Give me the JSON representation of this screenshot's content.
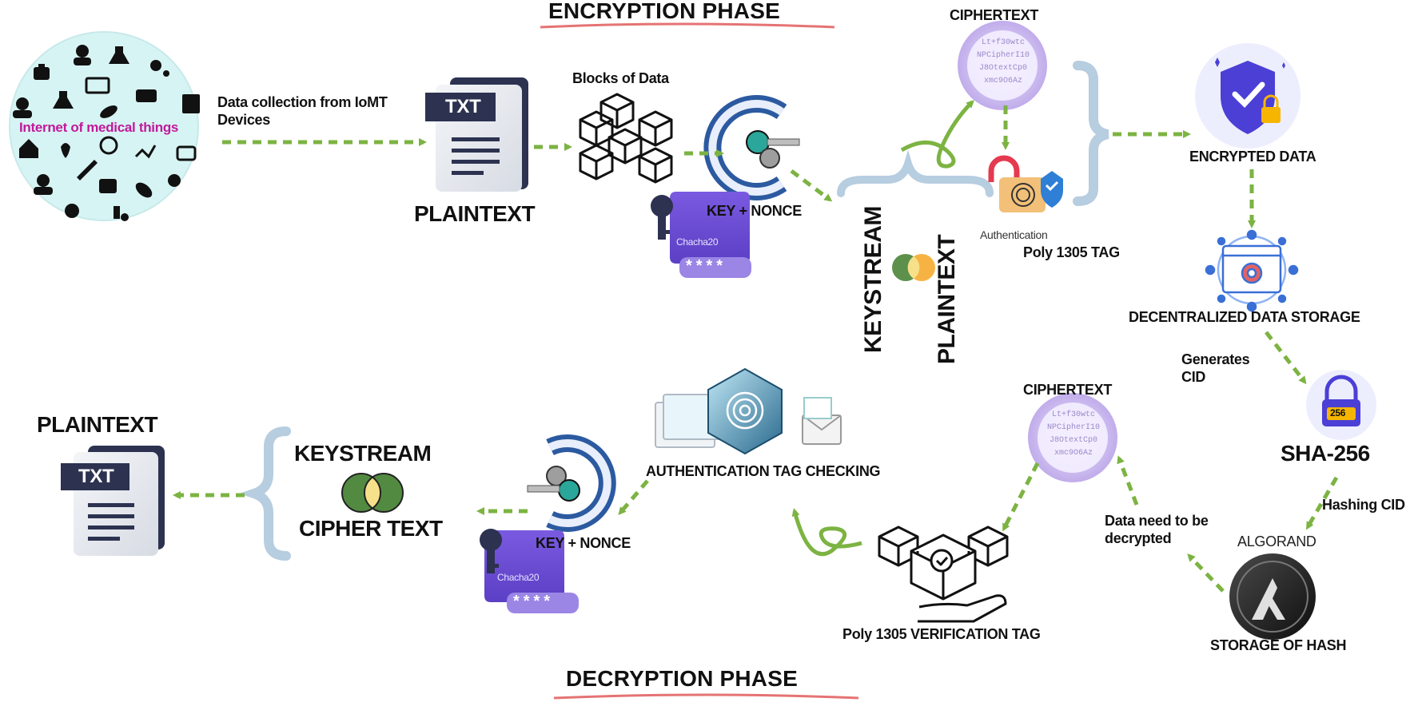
{
  "encryption_phase": {
    "title": "ENCRYPTION PHASE",
    "iomt_label": "Internet of medical things",
    "collection_label_line1": "Data collection from IoMT",
    "collection_label_line2": "Devices",
    "txt_badge": "TXT",
    "plaintext_label": "PLAINTEXT",
    "blocks_label": "Blocks of Data",
    "key_nonce_label": "KEY + NONCE",
    "chacha_label": "Chacha20",
    "stars": "* * * *",
    "keystream_label": "KEYSTREAM",
    "plaintext_vertical_label": "PLAINTEXT",
    "ciphertext_label": "CIPHERTEXT",
    "cipher_lines": [
      "Lt+f30wtc",
      "NPCipherI10",
      "J8OtextCp0",
      "xmc9O6Az"
    ],
    "authentication_label": "Authentication",
    "poly_tag_label": "Poly 1305 TAG",
    "encrypted_label": "ENCRYPTED DATA",
    "storage_label": "DECENTRALIZED  DATA STORAGE",
    "generates_cid_line1": "Generates",
    "generates_cid_line2": "CID",
    "sha_label": "SHA-256",
    "sha_badge": "256",
    "hashing_cid_label": "Hashing CID"
  },
  "decryption_phase": {
    "title": "DECRYPTION PHASE",
    "algorand_label": "ALGORAND",
    "storage_hash_label": "STORAGE OF HASH",
    "need_decrypt_line1": "Data need to be",
    "need_decrypt_line2": "decrypted",
    "ciphertext_label": "CIPHERTEXT",
    "verification_label": "Poly 1305  VERIFICATION TAG",
    "auth_check_label": "AUTHENTICATION TAG CHECKING",
    "key_nonce_label": "KEY + NONCE",
    "chacha_label": "Chacha20",
    "stars": "* * * *",
    "keystream_label": "KEYSTREAM",
    "cipher_text_label": "CIPHER TEXT",
    "plaintext_label": "PLAINTEXT",
    "txt_badge": "TXT"
  },
  "colors": {
    "arrow": "#7cb342",
    "brace": "#b7cde0",
    "phase_underline": "#e57373",
    "iomt_circle": "#d7f4f4",
    "iomt_text": "#c2189b",
    "cipher_bubble": "#b9a3e8",
    "chacha_purple": "#6a4fd0",
    "key_teal": "#2aa69a",
    "shield_purple": "#4b3fd6",
    "venn_green": "#3f7d2c",
    "venn_orange": "#f5a623"
  }
}
